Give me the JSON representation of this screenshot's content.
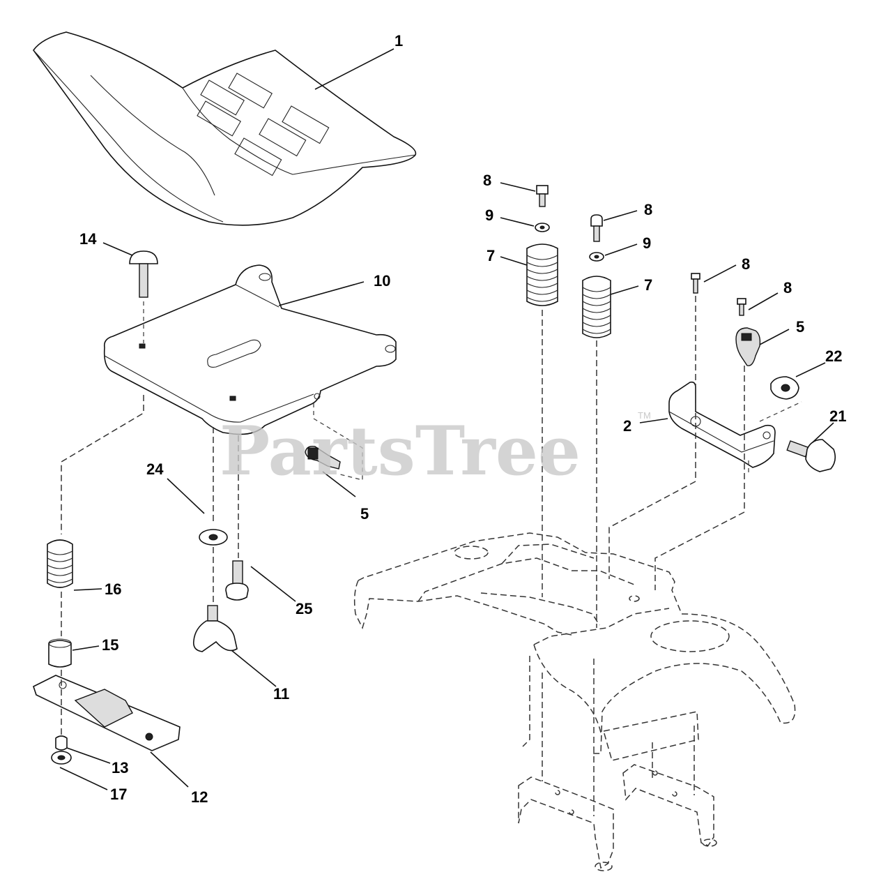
{
  "watermark": {
    "text": "PartsTree",
    "mark": "TM"
  },
  "callouts": [
    {
      "id": "c1",
      "text": "1"
    },
    {
      "id": "c14",
      "text": "14"
    },
    {
      "id": "c10",
      "text": "10"
    },
    {
      "id": "c5a",
      "text": "5"
    },
    {
      "id": "c24",
      "text": "24"
    },
    {
      "id": "c25",
      "text": "25"
    },
    {
      "id": "c16",
      "text": "16"
    },
    {
      "id": "c15",
      "text": "15"
    },
    {
      "id": "c11",
      "text": "11"
    },
    {
      "id": "c13",
      "text": "13"
    },
    {
      "id": "c17",
      "text": "17"
    },
    {
      "id": "c12",
      "text": "12"
    },
    {
      "id": "c8a",
      "text": "8"
    },
    {
      "id": "c9a",
      "text": "9"
    },
    {
      "id": "c7a",
      "text": "7"
    },
    {
      "id": "c8b",
      "text": "8"
    },
    {
      "id": "c9b",
      "text": "9"
    },
    {
      "id": "c7b",
      "text": "7"
    },
    {
      "id": "c8c",
      "text": "8"
    },
    {
      "id": "c8d",
      "text": "8"
    },
    {
      "id": "c5b",
      "text": "5"
    },
    {
      "id": "c22",
      "text": "22"
    },
    {
      "id": "c2",
      "text": "2"
    },
    {
      "id": "c21",
      "text": "21"
    }
  ]
}
